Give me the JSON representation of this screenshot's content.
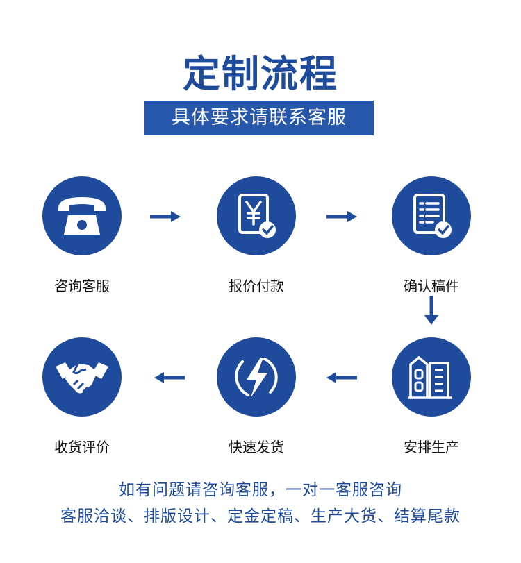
{
  "title": "定制流程",
  "subtitle": "具体要求请联系客服",
  "steps": [
    {
      "label": "咨询客服",
      "icon": "telephone-icon"
    },
    {
      "label": "报价付款",
      "icon": "yuan-receipt-icon"
    },
    {
      "label": "确认稿件",
      "icon": "document-check-icon"
    },
    {
      "label": "安排生产",
      "icon": "factory-building-icon"
    },
    {
      "label": "快速发货",
      "icon": "lightning-icon"
    },
    {
      "label": "收货评价",
      "icon": "handshake-icon"
    }
  ],
  "footer": {
    "line1": "如有问题请咨询客服，一对一客服咨询",
    "line2": "客服洽谈、排版设计、定金定稿、生产大货、结算尾款"
  },
  "colors": {
    "primary": "#1f4b9c",
    "banner": "#2757ab"
  }
}
